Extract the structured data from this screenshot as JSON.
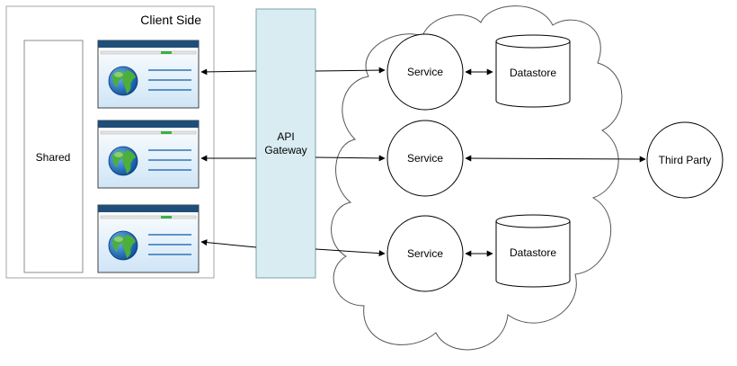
{
  "client_side": {
    "title": "Client Side",
    "shared_label": "Shared",
    "browser_window_count": 3
  },
  "gateway": {
    "line1": "API",
    "line2": "Gateway"
  },
  "services": [
    {
      "label": "Service",
      "datastore": "Datastore"
    },
    {
      "label": "Service",
      "external": "Third Party"
    },
    {
      "label": "Service",
      "datastore": "Datastore"
    }
  ],
  "colors": {
    "gateway_fill": "#d9ecf2",
    "gateway_stroke": "#7aa2ad",
    "window_titlebar": "#1f4e79",
    "window_bg": "#dcecf9",
    "window_line": "#2e75b6",
    "accent_green": "#3cb043",
    "globe_ocean": "#1e6fc7",
    "globe_land": "#4caf3a"
  },
  "icons": [
    "globe-icon"
  ]
}
